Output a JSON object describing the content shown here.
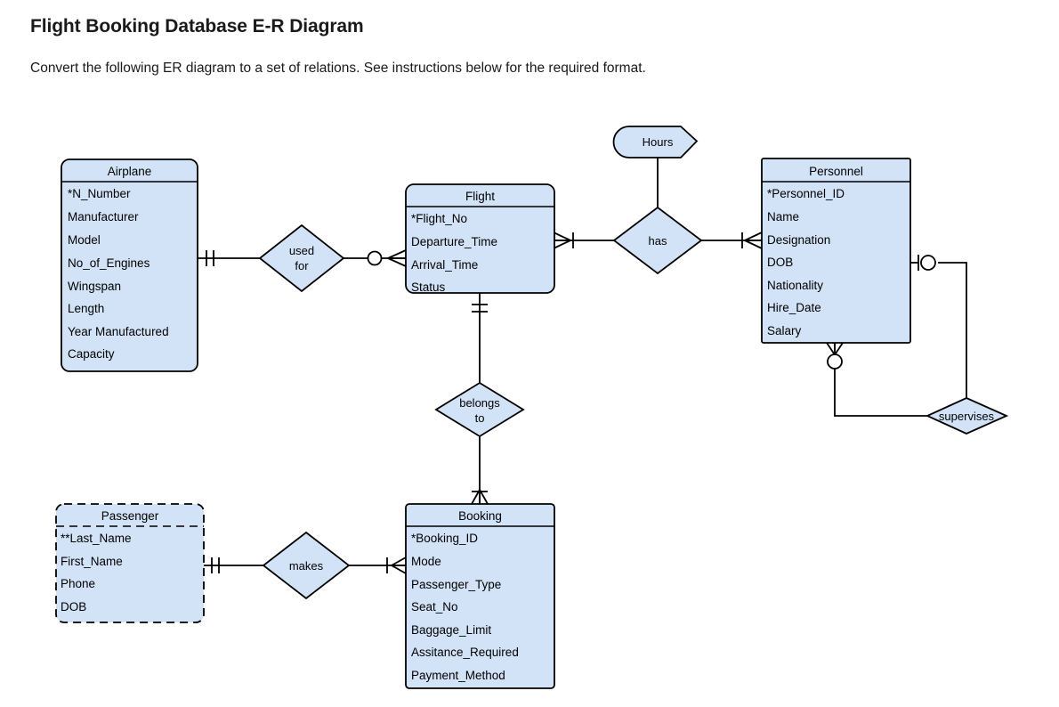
{
  "page": {
    "title": "Flight Booking Database E-R Diagram",
    "subtitle": "Convert the following ER diagram to a set of relations. See instructions below for the required format."
  },
  "colors": {
    "shape_fill": "#d2e3f7",
    "shape_stroke": "#000000",
    "background": "#ffffff",
    "text": "#000000"
  },
  "diagram": {
    "type": "er-diagram",
    "notation": "crow's foot",
    "entities": [
      {
        "id": "airplane",
        "name": "Airplane",
        "weak": false,
        "attributes": [
          "*N_Number",
          "Manufacturer",
          "Model",
          "No_of_Engines",
          "Wingspan",
          "Length",
          "Year Manufactured",
          "Capacity"
        ]
      },
      {
        "id": "flight",
        "name": "Flight",
        "weak": false,
        "attributes": [
          "*Flight_No",
          "Departure_Time",
          "Arrival_Time",
          "Status"
        ]
      },
      {
        "id": "personnel",
        "name": "Personnel",
        "weak": false,
        "attributes": [
          "*Personnel_ID",
          "Name",
          "Designation",
          "DOB",
          "Nationality",
          "Hire_Date",
          "Salary"
        ]
      },
      {
        "id": "passenger",
        "name": "Passenger",
        "weak": true,
        "attributes": [
          "**Last_Name",
          "First_Name",
          "Phone",
          "DOB"
        ]
      },
      {
        "id": "booking",
        "name": "Booking",
        "weak": false,
        "attributes": [
          "*Booking_ID",
          "Mode",
          "Passenger_Type",
          "Seat_No",
          "Baggage_Limit",
          "Assitance_Required",
          "Payment_Method"
        ]
      }
    ],
    "relationships": [
      {
        "id": "used-for",
        "label": "used for",
        "label_lines": [
          "used",
          "for"
        ],
        "from": "airplane",
        "to": "flight",
        "from_cardinality": "one-and-only-one",
        "to_cardinality": "zero-or-many"
      },
      {
        "id": "has",
        "label": "has",
        "label_lines": [
          "has"
        ],
        "from": "flight",
        "to": "personnel",
        "from_cardinality": "one-or-many",
        "to_cardinality": "one-or-many"
      },
      {
        "id": "belongs-to",
        "label": "belongs to",
        "label_lines": [
          "belongs",
          "to"
        ],
        "from": "flight",
        "to": "booking",
        "from_cardinality": "one-and-only-one",
        "to_cardinality": "one-or-many"
      },
      {
        "id": "makes",
        "label": "makes",
        "label_lines": [
          "makes"
        ],
        "from": "passenger",
        "to": "booking",
        "from_cardinality": "one-and-only-one",
        "to_cardinality": "one-or-many"
      },
      {
        "id": "supervises",
        "label": "supervises",
        "label_lines": [
          "supervises"
        ],
        "from": "personnel",
        "to": "personnel",
        "from_cardinality": "zero-or-one",
        "to_cardinality": "zero-or-many",
        "recursive": true
      }
    ],
    "attributes_on_relationships": [
      {
        "id": "hours",
        "label": "Hours",
        "attached_to": "has",
        "shape": "rounded-left-pointed-right"
      }
    ]
  }
}
